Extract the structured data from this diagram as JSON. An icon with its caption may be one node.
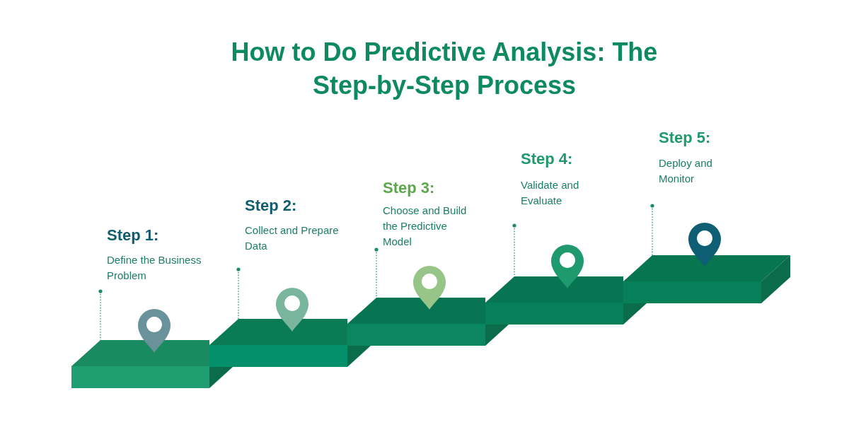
{
  "diagram": {
    "title": "How to Do Predictive Analysis: The Step-by-Step Process",
    "nodes": [
      {
        "text": [
          "Step 1:",
          "Define the Business Problem"
        ]
      },
      {
        "text": [
          "Step 2:",
          "Collect and Prepare Data"
        ]
      },
      {
        "text": [
          "Step 3:",
          "Choose and Build the Predictive Model"
        ]
      },
      {
        "text": [
          "Step 4:",
          "Validate and Evaluate"
        ]
      },
      {
        "text": [
          "Step 5:",
          "Deploy and Monitor"
        ]
      },
      {
        "text": [],
        "shape": "box"
      },
      {
        "text": [],
        "shape": "box"
      },
      {
        "text": [],
        "shape": "box"
      },
      {
        "text": [],
        "shape": "box"
      },
      {
        "text": [],
        "shape": "box"
      }
    ],
    "edges": [
      {
        "from": 0,
        "to": 5,
        "arrow": "other",
        "style": "dashed"
      },
      {
        "from": 1,
        "to": 6,
        "arrow": "other",
        "style": "dashed"
      },
      {
        "from": 2,
        "to": 7,
        "arrow": "other",
        "style": "dashed"
      },
      {
        "from": 3,
        "to": 8,
        "arrow": "other",
        "style": "dashed"
      },
      {
        "from": 4,
        "to": 9,
        "arrow": "other",
        "style": "dashed"
      }
    ]
  }
}
